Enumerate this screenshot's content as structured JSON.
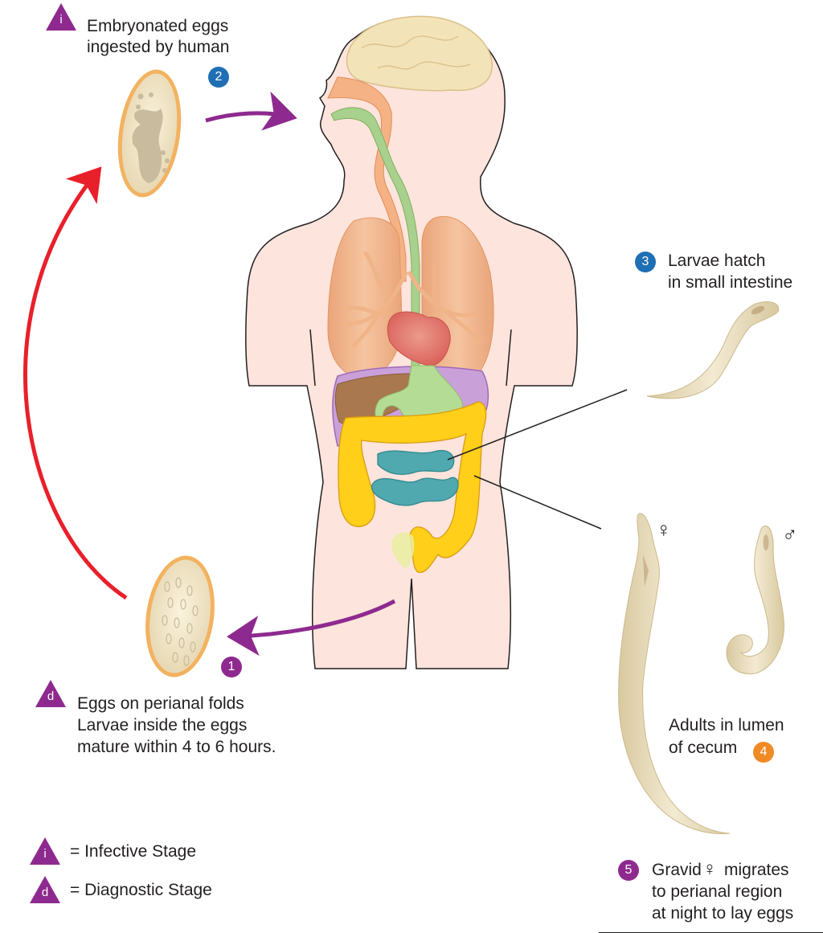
{
  "title": "Pinworm (Enterobius vermicularis) life cycle",
  "colors": {
    "infective_diagnostic_marker": "#8e2a8f",
    "step_blue": "#1f6fb4",
    "step_purple": "#8e2a8f",
    "step_orange": "#f08a24",
    "cycle_arrow_red": "#e8202a",
    "transfer_arrow_purple": "#8e2a8f",
    "body_skin": "#fde4dc",
    "worm": "#e9dcbc",
    "egg_shell": "#f3b260"
  },
  "stages": [
    {
      "step": "1",
      "marker": "d",
      "badge_color": "purple",
      "lines": [
        "Eggs on perianal folds",
        "Larvae inside the eggs",
        "mature within 4 to 6 hours."
      ]
    },
    {
      "step": "2",
      "marker": "i",
      "badge_color": "blue",
      "lines": [
        "Embryonated eggs",
        "ingested by human"
      ]
    },
    {
      "step": "3",
      "badge_color": "blue",
      "lines": [
        "Larvae hatch",
        "in small intestine"
      ]
    },
    {
      "step": "4",
      "badge_color": "orange",
      "lines": [
        "Adults in lumen",
        "of cecum"
      ],
      "female_symbol": "♀",
      "male_symbol": "♂"
    },
    {
      "step": "5",
      "badge_color": "purple",
      "lines": [
        "Gravid",
        "migrates",
        "to perianal region",
        "at night to lay eggs"
      ],
      "female_symbol": "♀"
    }
  ],
  "legend": [
    {
      "marker": "i",
      "label": "= Infective Stage"
    },
    {
      "marker": "d",
      "label": "= Diagnostic Stage"
    }
  ],
  "anatomy": [
    "brain",
    "nasal cavity",
    "trachea",
    "esophagus",
    "lungs",
    "heart",
    "liver",
    "stomach",
    "small intestine",
    "large intestine",
    "cecum",
    "rectum",
    "bladder"
  ]
}
